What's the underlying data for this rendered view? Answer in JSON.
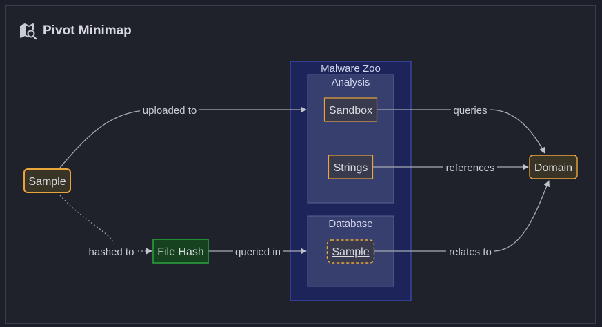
{
  "header": {
    "title": "Pivot Minimap",
    "icon": "map-search-icon"
  },
  "groups": {
    "outer": "Malware Zoo",
    "analysis": "Analysis",
    "database": "Database"
  },
  "nodes": {
    "sample_source": "Sample",
    "file_hash": "File Hash",
    "sandbox": "Sandbox",
    "strings": "Strings",
    "sample_db": "Sample",
    "domain": "Domain"
  },
  "edges": {
    "uploaded_to": "uploaded to",
    "hashed_to": "hashed to",
    "queried_in": "queried in",
    "queries": "queries",
    "references": "references",
    "relates_to": "relates to"
  },
  "colors": {
    "background": "#1f222b",
    "outer_group_fill": "#1c2459",
    "outer_group_stroke": "#3f4fb8",
    "inner_group_fill": "#363f6e",
    "node_orange": "#e9a53b",
    "node_green": "#2aa53f",
    "edge": "#a7abb3"
  }
}
